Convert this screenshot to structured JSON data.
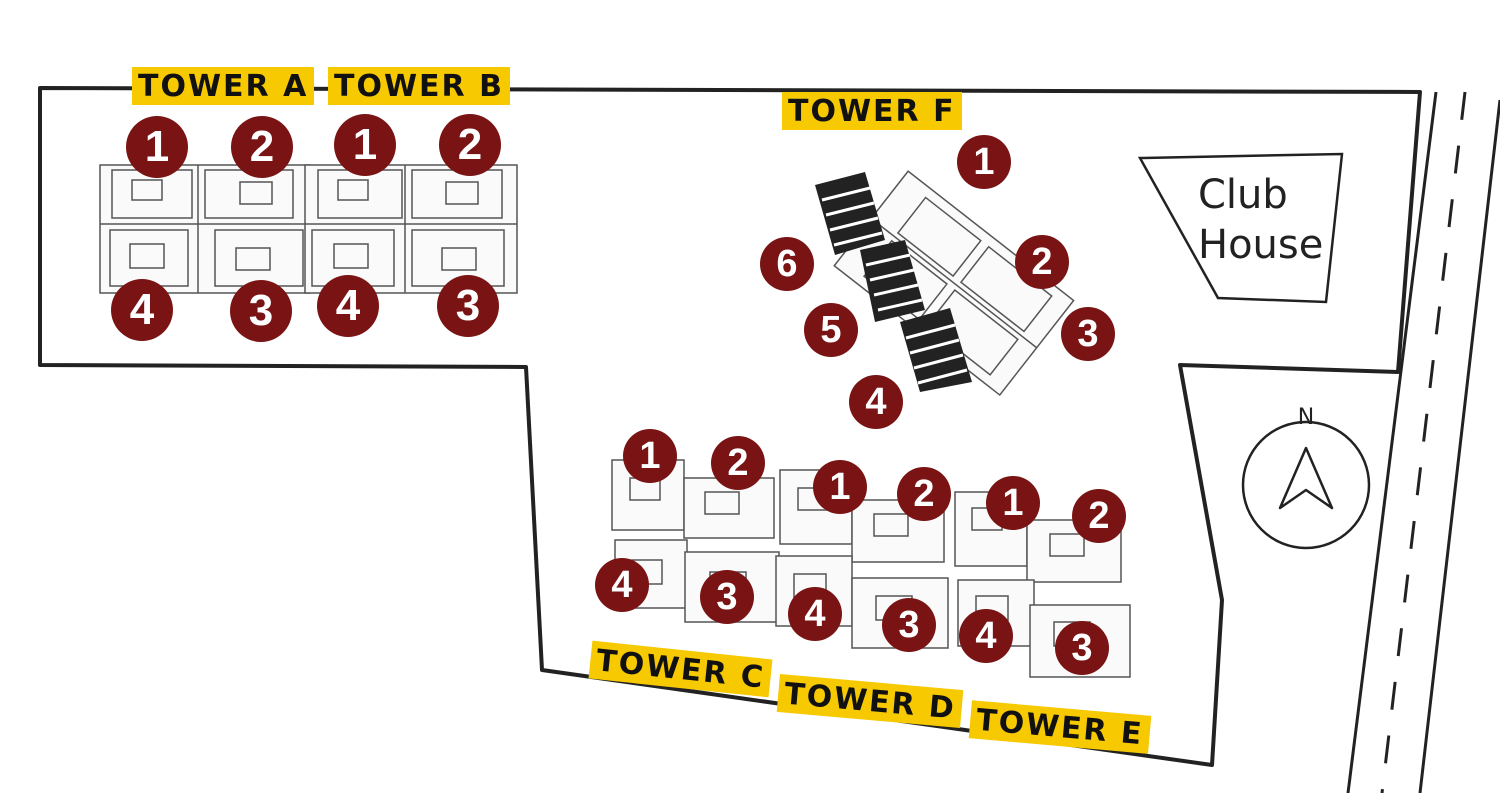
{
  "towers": [
    {
      "id": "A",
      "label": "TOWER A",
      "units": [
        "1",
        "2",
        "3",
        "4"
      ]
    },
    {
      "id": "B",
      "label": "TOWER B",
      "units": [
        "1",
        "2",
        "3",
        "4"
      ]
    },
    {
      "id": "C",
      "label": "TOWER C",
      "units": [
        "1",
        "2",
        "3",
        "4"
      ]
    },
    {
      "id": "D",
      "label": "TOWER D",
      "units": [
        "1",
        "2",
        "3",
        "4"
      ]
    },
    {
      "id": "E",
      "label": "TOWER E",
      "units": [
        "1",
        "2",
        "3",
        "4"
      ]
    },
    {
      "id": "F",
      "label": "TOWER F",
      "units": [
        "1",
        "2",
        "3",
        "4",
        "5",
        "6"
      ]
    }
  ],
  "amenity": {
    "line1": "Club",
    "line2": "House"
  },
  "compass": {
    "letter": "N"
  },
  "colors": {
    "label_bg": "#f7c900",
    "marker": "#7a1414",
    "outline": "#222222"
  }
}
